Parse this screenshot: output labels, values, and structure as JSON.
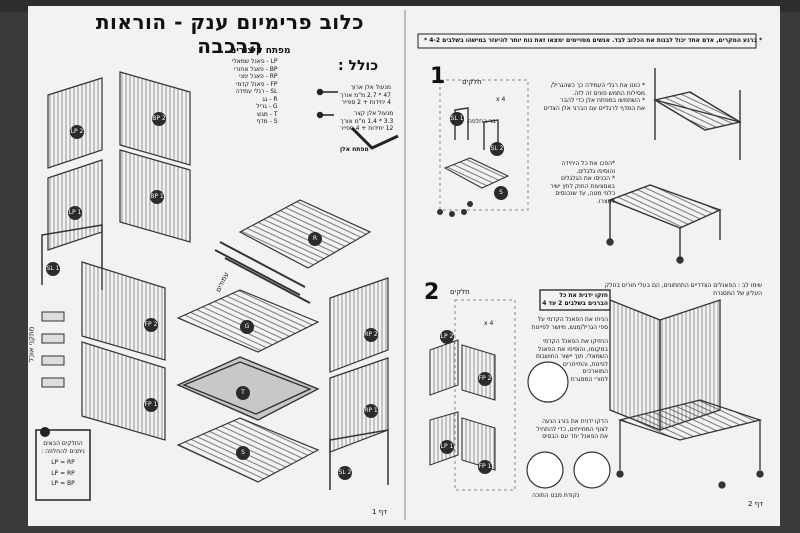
{
  "left_page": {
    "title": "כלוב פרימיום ענק - הוראות הרכבה",
    "includes_title": "כולל :",
    "legend_title": "מפתח קיצורים",
    "legend_items": [
      {
        "code": "LP",
        "text": "פאנל שמאלי"
      },
      {
        "code": "BP",
        "text": "פאנל אחורי"
      },
      {
        "code": "RP",
        "text": "פאנל ימני"
      },
      {
        "code": "FP",
        "text": "פאנל קדמי"
      },
      {
        "code": "SL",
        "text": "רגלי עמידה"
      },
      {
        "code": "R",
        "text": "גג"
      },
      {
        "code": "G",
        "text": "גריל"
      },
      {
        "code": "T",
        "text": "מגש"
      },
      {
        "code": "S",
        "text": "מדף"
      }
    ],
    "screws_long": [
      "מנעול אלן ארוך",
      "47 * 2.7 מ\"מ אורך",
      "4 יחידות + 2 ספייר"
    ],
    "screws_short": [
      "מנעול אלן קצר",
      "3.3 * 1.4 מ\"מ אורך",
      "12 יחידות + 4 ספייר"
    ],
    "allen_key": "מפתח אלן",
    "poles_label": "עמודים",
    "feeders_label": "מתקני אוכל",
    "equivalence_title": "החלקים הבאים ניתנים להחלפה :",
    "equivalence_rows": [
      {
        "a": "LP",
        "b": "RP"
      },
      {
        "a": "LP",
        "b": "RP"
      },
      {
        "a": "LP",
        "b": "BP"
      }
    ],
    "page_label": "דף 1",
    "part_labels": {
      "lp2": "LP 2",
      "bp2": "BP 2",
      "lp1": "LP 1",
      "bp1": "BP 1",
      "sl1": "SL 1",
      "r": "R",
      "g": "G",
      "t": "T",
      "s": "S",
      "fp2": "FP 2",
      "fp1": "FP 1",
      "rp2": "RP 2",
      "rp1": "RP 1",
      "sl2": "SL 2"
    }
  },
  "right_page": {
    "header_note": "* ברגע המקרים, אדם אחד יכול לבנות את הכלוב לבד. אנשים מסויימים ימצאו זאת נוח יותר להיעזר במישהו בשלבים 4-2 *",
    "step1": {
      "number": "1",
      "parts_label": "חלקים",
      "screw_count": "x 4",
      "part_a": "SL 1",
      "part_b": "SL 2",
      "part_c": "S",
      "wheels_label": "בר החלפה",
      "text1": [
        "* כוונו את רגלי העמידה כך כשהגריל/",
        "מסילות התמש פונים זה לזה.",
        "* השתמשו במפתח אלן כדי להבר",
        "את המדף לרגליים עם הברגי אלן הצדים"
      ],
      "text2": [
        "*הפכו את כל היחידה",
        "והוסיפו גלגלים.",
        "* הכניסו את הגלגלים",
        "באמצעות החוק לחץ ישיר",
        "כלפי מטה, עד שנכנסים",
        "למצרו."
      ]
    },
    "step2": {
      "number": "2",
      "parts_label": "חלקים",
      "screw_count": "x 4",
      "note_top": [
        "שימו לב : הפאנלים הצדדיים התחתונים, הם בעלי חורים בחלק",
        "העליון של המסגרת"
      ],
      "boxed_note": [
        "חזקו ידנית את כל",
        "הברגים בשלבים 2 עד 4"
      ],
      "steps": [
        [
          "הניחו את הפאנל הקדמי על",
          "ספי הגריל/מגש, מיושר לפיינות"
        ],
        [
          "החזיקו את הפאנל הקדמי",
          "במקומו, והוסיפו את הפאנל",
          "השמאלי, תוך יישור החושבות",
          "לפינות, והתייחרים",
          "המוארכים",
          "לחורי המסגרת"
        ],
        [
          "הדקו ידנית את בורג הנעה",
          "לצוף המתייחים, כדי להתחיל",
          "את הפאנל יחד עם הבסיס"
        ]
      ],
      "parts": [
        "LP 2",
        "FP 2",
        "LP 1",
        "FP 1"
      ],
      "caption": "נקודת מבט התוכה",
      "page_label": "דף 2"
    }
  }
}
